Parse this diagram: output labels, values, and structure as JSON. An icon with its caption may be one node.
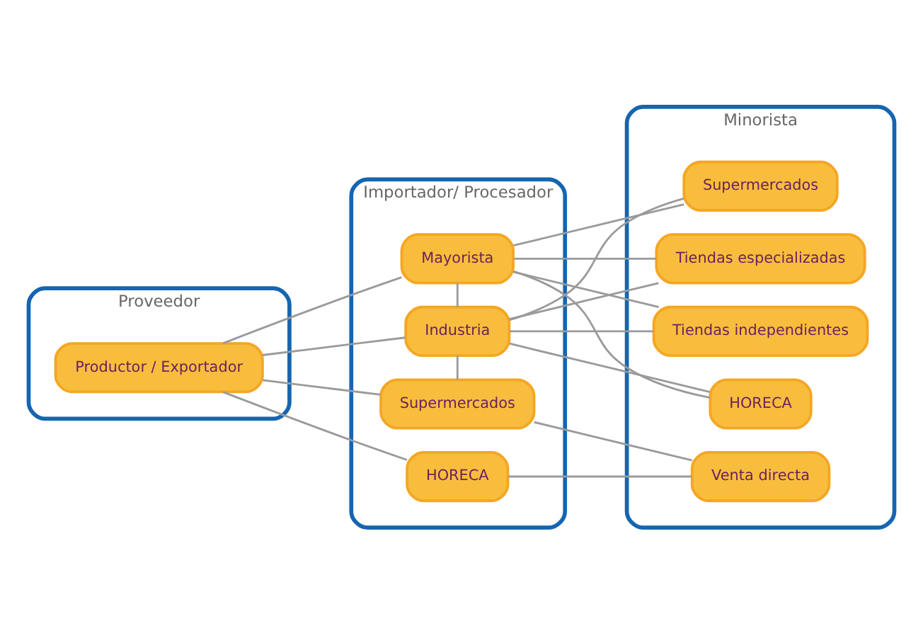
{
  "diagram": {
    "nodes": [
      {
        "text": [
          "Proveedor"
        ]
      },
      {
        "text": [
          "Importador/ Procesador"
        ]
      },
      {
        "text": [
          "Minorista"
        ]
      },
      {
        "text": [
          "Productor / Exportador"
        ],
        "in": 0
      },
      {
        "text": [
          "Mayorista"
        ],
        "in": 1
      },
      {
        "text": [
          "Industria"
        ],
        "in": 1
      },
      {
        "text": [
          "Supermercados"
        ],
        "in": 1
      },
      {
        "text": [
          "HORECA"
        ],
        "in": 1
      },
      {
        "text": [
          "Supermercados"
        ],
        "in": 2
      },
      {
        "text": [
          "Tiendas especializadas"
        ],
        "in": 2
      },
      {
        "text": [
          "Tiendas independientes"
        ],
        "in": 2
      },
      {
        "text": [
          "HORECA"
        ],
        "in": 2
      },
      {
        "text": [
          "Venta directa"
        ],
        "in": 2
      }
    ],
    "edges": [
      {
        "from": 3,
        "to": 4,
        "arrow": "none"
      },
      {
        "from": 3,
        "to": 5,
        "arrow": "none"
      },
      {
        "from": 3,
        "to": 6,
        "arrow": "none"
      },
      {
        "from": 3,
        "to": 7,
        "arrow": "none"
      },
      {
        "from": 4,
        "to": 5,
        "arrow": "none"
      },
      {
        "from": 5,
        "to": 6,
        "arrow": "none"
      },
      {
        "from": 4,
        "to": 8,
        "arrow": "none"
      },
      {
        "from": 4,
        "to": 9,
        "arrow": "none"
      },
      {
        "from": 4,
        "to": 10,
        "arrow": "none"
      },
      {
        "from": 4,
        "to": 11,
        "arrow": "none"
      },
      {
        "from": 5,
        "to": 8,
        "arrow": "none"
      },
      {
        "from": 5,
        "to": 9,
        "arrow": "none"
      },
      {
        "from": 5,
        "to": 10,
        "arrow": "none"
      },
      {
        "from": 5,
        "to": 11,
        "arrow": "none"
      },
      {
        "from": 6,
        "to": 12,
        "arrow": "none"
      },
      {
        "from": 7,
        "to": 12,
        "arrow": "none"
      }
    ]
  }
}
